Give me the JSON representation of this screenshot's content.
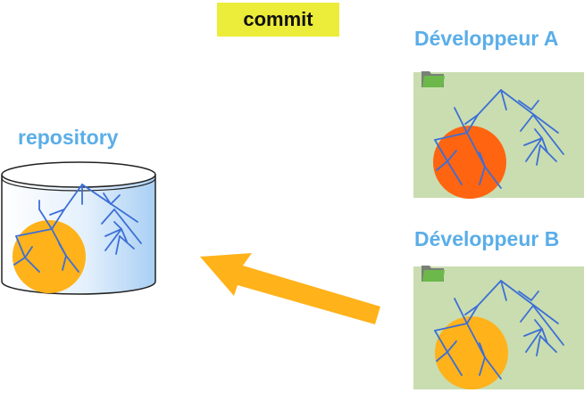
{
  "title": "commit",
  "repository": {
    "label": "repository"
  },
  "developer_a": {
    "label": "Développeur A"
  },
  "developer_b": {
    "label": "Développeur B"
  },
  "colors": {
    "banner": "#ecec3a",
    "label": "#5aaee8",
    "panel": "#c9ddb0",
    "tree": "#3c6fd6",
    "circle_orange": "#ffb21a",
    "circle_red": "#ff6411",
    "arrow": "#ffb21a"
  },
  "icons": [
    "folder-icon",
    "folder-icon",
    "database-cylinder-icon",
    "arrow-left-icon"
  ]
}
